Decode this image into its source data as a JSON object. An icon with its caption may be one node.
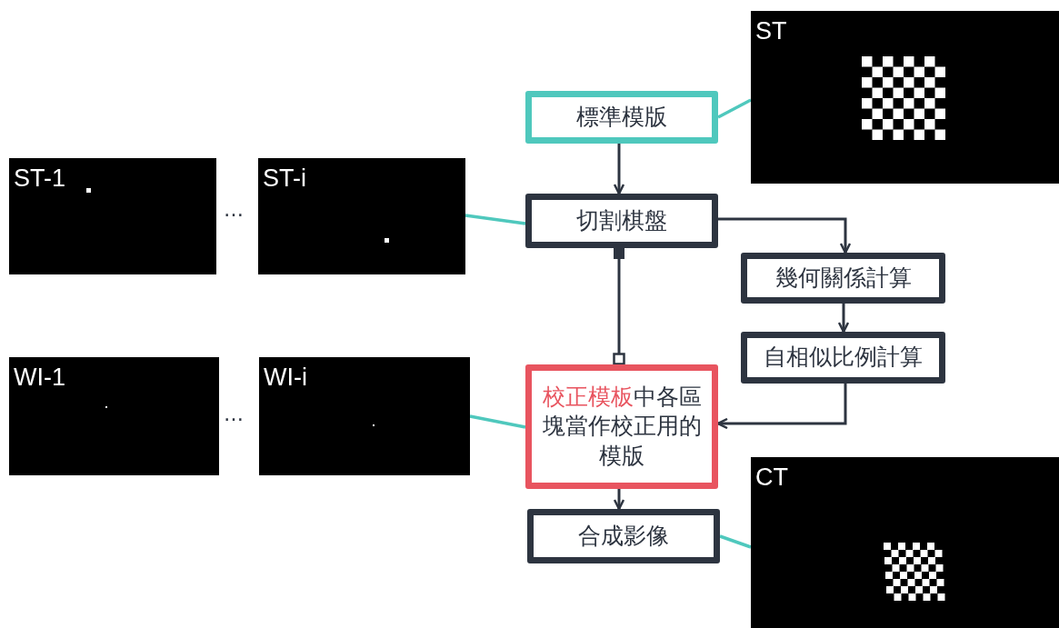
{
  "diagram": {
    "nodes": [
      {
        "text": [
          "ST"
        ]
      },
      {
        "text": [
          "標準模版"
        ]
      },
      {
        "text": [
          "ST-1"
        ]
      },
      {
        "text": [
          "ST-i"
        ]
      },
      {
        "text": [
          "切割棋盤"
        ]
      },
      {
        "text": [
          "幾何關係計算"
        ]
      },
      {
        "text": [
          "WI-1"
        ]
      },
      {
        "text": [
          "WI-i"
        ]
      },
      {
        "text": [
          "**校正模板**中各區塊當作校正用的模版"
        ]
      },
      {
        "text": [
          "自相似比例計算"
        ]
      },
      {
        "text": [
          "合成影像"
        ]
      },
      {
        "text": [
          "CT"
        ]
      }
    ],
    "edges": [
      {
        "from": 1,
        "to": 0,
        "arrow": "none",
        "color": "#4fc8bd"
      },
      {
        "from": 1,
        "to": 4,
        "arrow": "to"
      },
      {
        "from": 3,
        "to": 4,
        "arrow": "none",
        "color": "#4fc8bd"
      },
      {
        "from": 4,
        "to": 5,
        "arrow": "to"
      },
      {
        "from": 4,
        "to": 8,
        "arrow": "other"
      },
      {
        "from": 5,
        "to": 9,
        "arrow": "to"
      },
      {
        "from": 9,
        "to": 8,
        "arrow": "to"
      },
      {
        "from": 7,
        "to": 8,
        "arrow": "none",
        "color": "#4fc8bd"
      },
      {
        "from": 8,
        "to": 10,
        "arrow": "to"
      },
      {
        "from": 10,
        "to": 11,
        "arrow": "none",
        "color": "#4fc8bd"
      }
    ],
    "labels": [
      "…",
      "…"
    ]
  }
}
